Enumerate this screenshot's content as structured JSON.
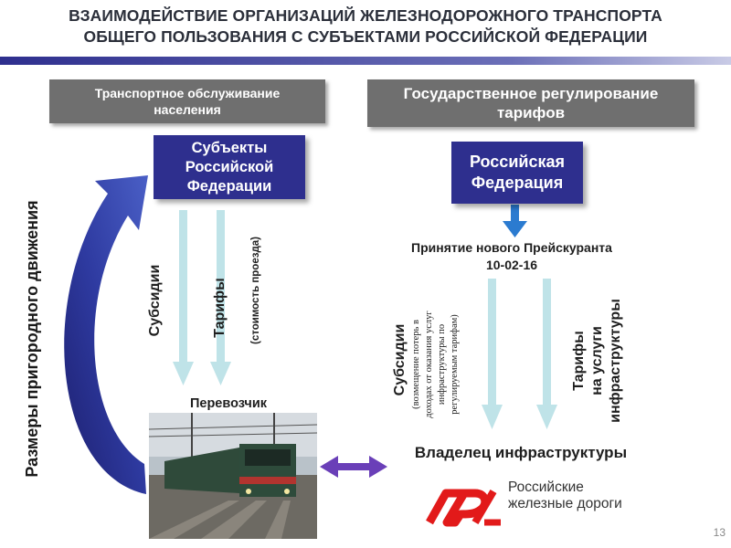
{
  "slide": {
    "title": "ВЗАИМОДЕЙСТВИЕ ОРГАНИЗАЦИЙ ЖЕЛЕЗНОДОРОЖНОГО ТРАНСПОРТА\nОБЩЕГО ПОЛЬЗОВАНИЯ С СУБЪЕКТАМИ РОССИЙСКОЙ ФЕДЕРАЦИИ",
    "page_number": "13"
  },
  "left": {
    "header": "Транспортное обслуживание\nнаселения",
    "subjects_box": "Субъекты\nРоссийской\nФедерации",
    "subsidies": "Субсидии",
    "tariffs": "Тарифы",
    "tariffs_note": "(стоимость проезда)",
    "carrier": "Перевозчик",
    "curve_label": "Размеры пригородного движения"
  },
  "right": {
    "header": "Государственное регулирование\nтарифов",
    "rf_box": "Российская\nФедерация",
    "pricelist": "Принятие нового Прейскуранта\n10-02-16",
    "subsidies": "Субсидии",
    "subsidies_note": "(возмещение потерь в\nдоходах от оказания услуг\nинфраструктуры по\nрегулируемым тарифам)",
    "tariffs": "Тарифы\nна услуги\nинфраструктуры",
    "owner": "Владелец инфраструктуры",
    "rzd_logo": "РЖД",
    "rzd_name": "Российские\nжелезные дороги"
  },
  "colors": {
    "gray_box": "#6f6f6f",
    "blue_box": "#2e2f8e",
    "arrow_light": "#bfe3e8",
    "arrow_blue": "#2b7bd0",
    "purple_arrow": "#6a3fb8",
    "curve_blue": "#2b2f8e",
    "rzd_red": "#e21a1a"
  }
}
